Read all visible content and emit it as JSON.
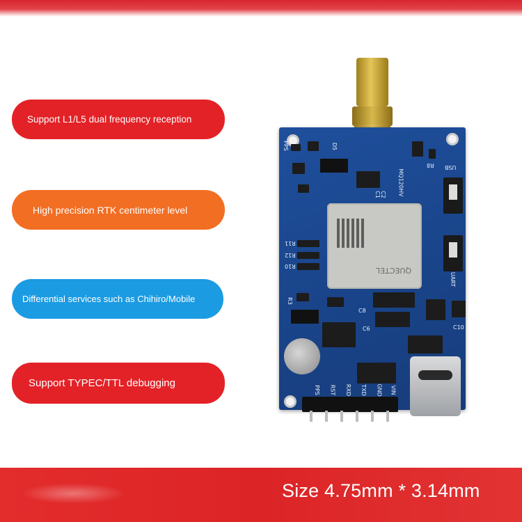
{
  "features": [
    {
      "label": "Support L1/L5 dual frequency reception",
      "color": "#e32227"
    },
    {
      "label": "High precision RTK centimeter level",
      "color": "#f26e23"
    },
    {
      "label": "Differential services such as Chihiro/Mobile",
      "color": "#1b9be2"
    },
    {
      "label": "Support TYPEC/TTL debugging",
      "color": "#e32227"
    }
  ],
  "footer": {
    "size_text": "Size 4.75mm * 3.14mm",
    "color": "#e32c2c"
  },
  "board": {
    "silk_labels": {
      "pps_top": "PPS",
      "d5": "D5",
      "module_name": "MQ120HV",
      "usb": "USB",
      "uart": "UART",
      "r11": "R11",
      "r12": "R12",
      "r10": "R10",
      "r3": "R3",
      "c8": "C8",
      "c6": "C6",
      "c10": "C10",
      "r8": "R8",
      "c1": "C1",
      "c2": "C2"
    },
    "pin_labels": [
      "PPS",
      "RST",
      "RXD",
      "TXD",
      "GND",
      "VIN"
    ],
    "module_brand": "QUECTEL"
  }
}
